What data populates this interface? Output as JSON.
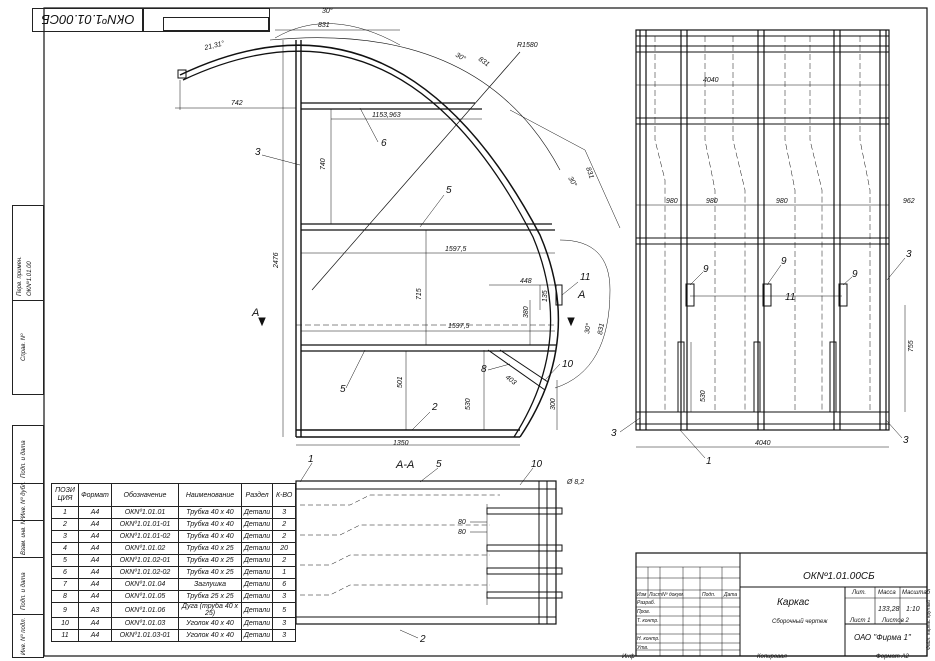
{
  "stamp": {
    "designation_rotated": "ОКNº1.01.00СБ"
  },
  "side_stamp": {
    "labels": [
      "Перв. примен.",
      "ОКNº1.01.00",
      "Справ. Nº",
      "Подп. и дата",
      "Инв. Nº дубл.",
      "Взам. инв. Nº",
      "Подп. и дата",
      "Инв. Nº подл."
    ]
  },
  "drawing": {
    "front_view": {
      "dims": {
        "angle_30_top": "30°",
        "d831_top": "831",
        "angle_2131": "21,31°",
        "angle_30_mid": "30°",
        "d831_mid": "831",
        "radius": "R1580",
        "d742": "742",
        "d1153": "1153,963",
        "d831_right": "831",
        "angle_30_right": "30°",
        "d740": "740",
        "d2476": "2476",
        "d1597a": "1597,5",
        "d448": "448",
        "d135": "135",
        "d380": "380",
        "d715": "715",
        "d1597b": "1597,5",
        "d831_low": "831",
        "angle_30_low": "30°",
        "d403": "403",
        "d501": "501",
        "d530": "530",
        "d300": "300",
        "d1350": "1350"
      },
      "callouts": {
        "c3": "3",
        "c6": "6",
        "c5a": "5",
        "c11": "11",
        "c10": "10",
        "c8": "8",
        "c5b": "5",
        "c2": "2",
        "sec_a_left": "A",
        "sec_a_right": "A"
      }
    },
    "section_view": {
      "title": "A-A",
      "callouts": {
        "c1": "1",
        "c5": "5",
        "c10": "10",
        "c2": "2"
      },
      "dims": {
        "phi": "Ø 8,2",
        "d80a": "80",
        "d80b": "80"
      }
    },
    "side_view": {
      "dims": {
        "d4040_top": "4040",
        "d980a": "980",
        "d980b": "980",
        "d980c": "980",
        "d962": "962",
        "d755": "755",
        "d530": "530",
        "d4040_bottom": "4040"
      },
      "callouts": {
        "c9a": "9",
        "c9b": "9",
        "c9c": "9",
        "c11": "11",
        "c3a": "3",
        "c3b": "3",
        "c3c": "3",
        "c1": "1"
      }
    }
  },
  "spec_table": {
    "headers": [
      "ПОЗИ ЦИЯ",
      "Формат",
      "Обозначение",
      "Наименование",
      "Раздел",
      "К-ВО"
    ],
    "rows": [
      [
        "1",
        "A4",
        "ОКNº1.01.01",
        "Трубка 40 х 40",
        "Детали",
        "3"
      ],
      [
        "2",
        "A4",
        "ОКNº1.01.01-01",
        "Трубка 40 х 40",
        "Детали",
        "2"
      ],
      [
        "3",
        "A4",
        "ОКNº1.01.01-02",
        "Трубка 40 х 40",
        "Детали",
        "2"
      ],
      [
        "4",
        "A4",
        "ОКNº1.01.02",
        "Трубка 40 х 25",
        "Детали",
        "20"
      ],
      [
        "5",
        "A4",
        "ОКNº1.01.02-01",
        "Трубка 40 х 25",
        "Детали",
        "2"
      ],
      [
        "6",
        "A4",
        "ОКNº1.01.02-02",
        "Трубка 40 х 25",
        "Детали",
        "1"
      ],
      [
        "7",
        "A4",
        "ОКNº1.01.04",
        "Заглушка",
        "Детали",
        "6"
      ],
      [
        "8",
        "A4",
        "ОКNº1.01.05",
        "Трубка 25 х 25",
        "Детали",
        "3"
      ],
      [
        "9",
        "A3",
        "ОКNº1.01.06",
        "Дуга (труба 40 х 25)",
        "Детали",
        "5"
      ],
      [
        "10",
        "A4",
        "ОКNº1.01.03",
        "Уголок 40 х 40",
        "Детали",
        "3"
      ],
      [
        "11",
        "A4",
        "ОКNº1.01.03-01",
        "Уголок 40 х 40",
        "Детали",
        "3"
      ]
    ]
  },
  "title_block": {
    "designation": "ОКNº1.01.00СБ",
    "name": "Каркас",
    "doc_type": "Сборочный чертеж",
    "row_labels": [
      "Изм",
      "Лист",
      "Nº докум.",
      "Подп.",
      "Дата"
    ],
    "roles": [
      "Разраб.",
      "Пров.",
      "Т. контр.",
      "Н. контр.",
      "Утв."
    ],
    "lit_label": "Лит.",
    "mass_label": "Масса",
    "scale_label": "Масштаб",
    "mass": "133,28",
    "scale": "1:10",
    "sheet": "Лист 1",
    "sheets": "Листов 2",
    "company": "ОАО \"Фирма 1\"",
    "copied": "Копировал",
    "format": "Формат A2",
    "inv": "Инф",
    "file_note": "Файл: каркас крутый"
  }
}
